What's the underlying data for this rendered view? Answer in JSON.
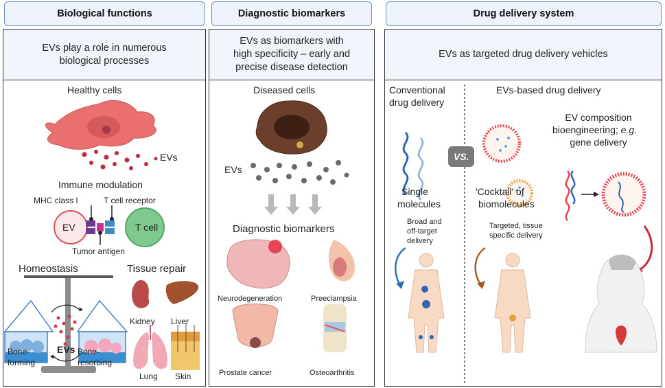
{
  "sections": {
    "biological": {
      "title": "Biological functions",
      "subtitle_line1": "EVs play a role in numerous",
      "subtitle_line2": "biological processes",
      "healthy_cells": "Healthy cells",
      "evs": "EVs",
      "immune_modulation": "Immune modulation",
      "mhc": "MHC class I",
      "tcr": "T cell receptor",
      "ev_circle": "EV",
      "t_cell": "T cell",
      "tumor_antigen": "Tumor antigen",
      "homeostasis": "Homeostasis",
      "tissue_repair": "Tissue repair",
      "evs_scale": "EVs",
      "bone_forming_1": "Bone-",
      "bone_forming_2": "forming",
      "bone_resorbing_1": "Bone-",
      "bone_resorbing_2": "resorbing",
      "kidney": "Kidney",
      "liver": "Liver",
      "lung": "Lung",
      "skin": "Skin"
    },
    "diagnostic": {
      "title": "Diagnostic biomarkers",
      "subtitle_line1": "EVs as biomarkers with",
      "subtitle_line2": "high specificity – early and",
      "subtitle_line3": "precise disease detection",
      "diseased_cells": "Diseased cells",
      "evs": "EVs",
      "biomarkers": "Diagnostic biomarkers",
      "neuro": "Neurodegeneration",
      "preeclampsia": "Preeclampsia",
      "prostate": "Prostate cancer",
      "osteo": "Osteoarthritis"
    },
    "drug": {
      "title": "Drug delivery system",
      "subtitle": "EVs as targeted drug delivery vehicles",
      "conventional_1": "Conventional",
      "conventional_2": "drug delivery",
      "evs_based": "EVs-based drug delivery",
      "vs": "VS.",
      "composition_1": "EV composition",
      "composition_2": "bioengineering;",
      "composition_eg": "e.g.",
      "composition_3": "gene delivery",
      "single_1": "Single",
      "single_2": "molecules",
      "cocktail_1": "'Cocktail' of",
      "cocktail_2": "biomolecules",
      "broad_1": "Broad and",
      "broad_2": "off-target",
      "broad_3": "delivery",
      "targeted_1": "Targeted, tissue",
      "targeted_2": "specific delivery"
    }
  },
  "colors": {
    "panel_border": "#333333",
    "tab_border": "#6d8fbf",
    "header_fill": "#f0f5fc",
    "healthy_cell": "#e9706f",
    "ev_dot": "#c0283c",
    "diseased_cell": "#6b3f2c",
    "ev_grey": "#6a6a6a",
    "vesicle_red": "#e8424f",
    "dna_blue": "#2f63b5"
  }
}
